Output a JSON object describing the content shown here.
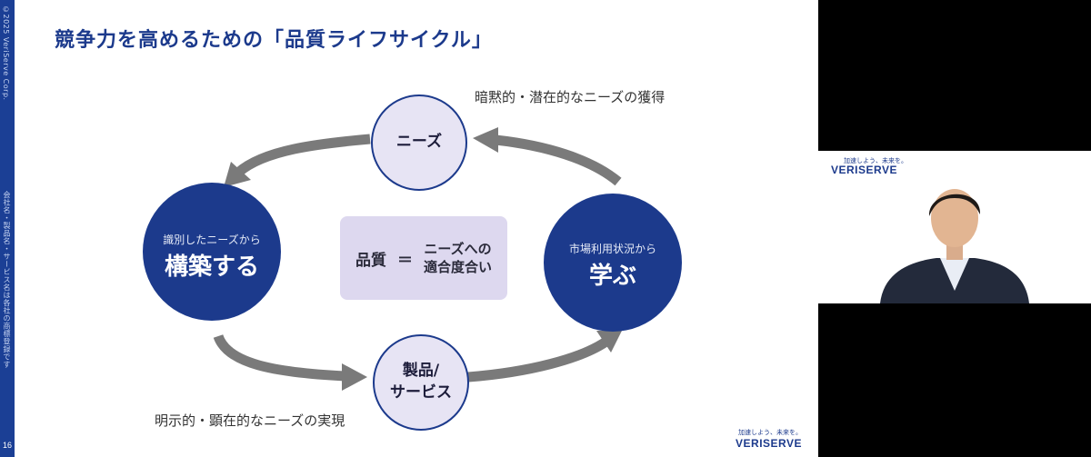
{
  "slide": {
    "copyright": "©2025 VeriServe Corp.",
    "disclaimer": "会社名・製品名・サービス名は各社の商標登録です",
    "page_number": "16",
    "title": "競争力を高めるための「品質ライフサイクル」",
    "note_top": "暗黙的・潜在的なニーズの獲得",
    "note_bottom": "明示的・顕在的なニーズの実現",
    "node_needs": "ニーズ",
    "node_build": {
      "sub": "識別したニーズから",
      "main": "構築する"
    },
    "node_learn": {
      "sub": "市場利用状況から",
      "main": "学ぶ"
    },
    "node_product": [
      "製品/",
      "サービス"
    ],
    "center": {
      "lhs": "品質",
      "eq": "＝",
      "rhs": [
        "ニーズへの",
        "適合度合い"
      ]
    },
    "brand": {
      "tagline": "加速しよう、未来を。",
      "name": "VERISERVE"
    }
  },
  "video": {
    "brand": {
      "tagline": "加速しよう、未来を。",
      "name": "VERISERVE"
    },
    "icon": "presenter-avatar"
  },
  "colors": {
    "brand_navy": "#1c3a8c",
    "lavender": "#e7e4f4",
    "arrow_gray": "#7a7a7a"
  }
}
